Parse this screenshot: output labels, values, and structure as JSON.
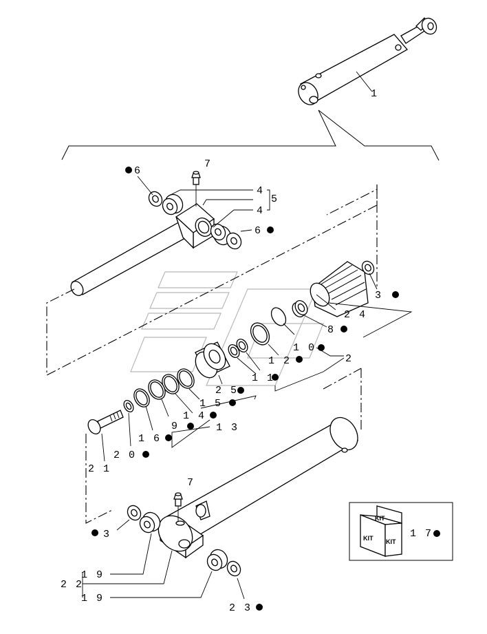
{
  "callouts": {
    "c1": "1",
    "c2": "2",
    "c3a": "3",
    "c3b": "3",
    "c4a": "4",
    "c4b": "4",
    "c5": "5",
    "c6a": "6",
    "c6b": "6",
    "c7a": "7",
    "c7b": "7",
    "c8": "8",
    "c9": "9",
    "c10": "1 0",
    "c11": "1 1",
    "c12": "1 2",
    "c13": "1 3",
    "c14": "1 4",
    "c15": "1 5",
    "c16": "1 6",
    "c17": "1 7",
    "c19a": "1 9",
    "c19b": "1 9",
    "c20": "2 0",
    "c21": "2 1",
    "c22": "2 2",
    "c23": "2 3",
    "c24": "2 4",
    "c25": "2 5"
  },
  "kit": {
    "top": "KIT",
    "left": "KIT",
    "right": "KIT"
  }
}
